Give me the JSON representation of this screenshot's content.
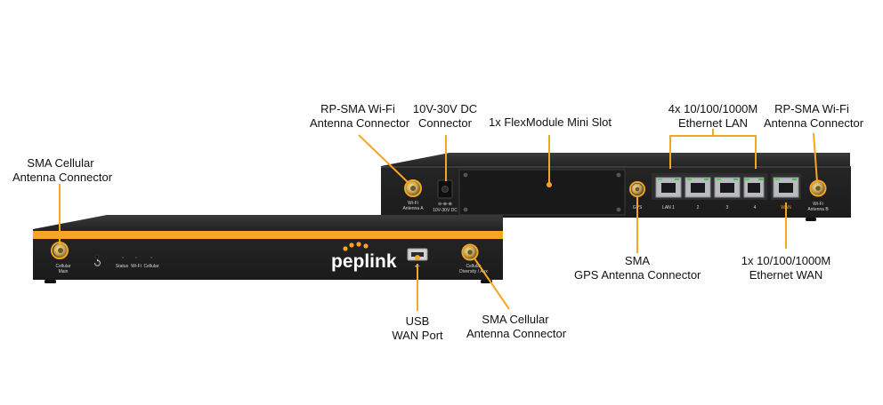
{
  "brand": {
    "logo_text": "peplink",
    "accent_color": "#f5a623",
    "chassis_color": "#2a2a2b"
  },
  "front_panel": {
    "labels": {
      "cellular_main": "Cellular",
      "cellular_main_2": "Main",
      "status": "Status",
      "wifi": "Wi-Fi",
      "cellular": "Cellular",
      "cellular_diversity": "Cellular",
      "cellular_diversity_2": "Diversity / Aux"
    }
  },
  "back_panel": {
    "labels": {
      "wifi_a": "Wi-Fi",
      "wifi_a_2": "Antenna A",
      "dc": "10V-30V DC",
      "gps": "GPS",
      "lan1": "LAN 1",
      "lan2": "2",
      "lan3": "3",
      "lan4": "4",
      "wan": "WAN",
      "wifi_b": "Wi-Fi",
      "wifi_b_2": "Antenna B"
    }
  },
  "callouts": {
    "sma_cellular_left": {
      "line1": "SMA Cellular",
      "line2": "Antenna Connector"
    },
    "rp_sma_wifi_a": {
      "line1": "RP-SMA Wi-Fi",
      "line2": "Antenna Connector"
    },
    "dc_connector": {
      "line1": "10V-30V DC",
      "line2": "Connector"
    },
    "flexmodule": {
      "line1": "1x FlexModule Mini Slot"
    },
    "ethernet_lan": {
      "line1": "4x 10/100/1000M",
      "line2": "Ethernet LAN"
    },
    "rp_sma_wifi_b": {
      "line1": "RP-SMA Wi-Fi",
      "line2": "Antenna Connector"
    },
    "sma_gps": {
      "line1": "SMA",
      "line2": "GPS Antenna Connector"
    },
    "ethernet_wan": {
      "line1": "1x 10/100/1000M",
      "line2": "Ethernet WAN"
    },
    "usb_wan": {
      "line1": "USB",
      "line2": "WAN Port"
    },
    "sma_cellular_right": {
      "line1": "SMA Cellular",
      "line2": "Antenna Connector"
    }
  }
}
